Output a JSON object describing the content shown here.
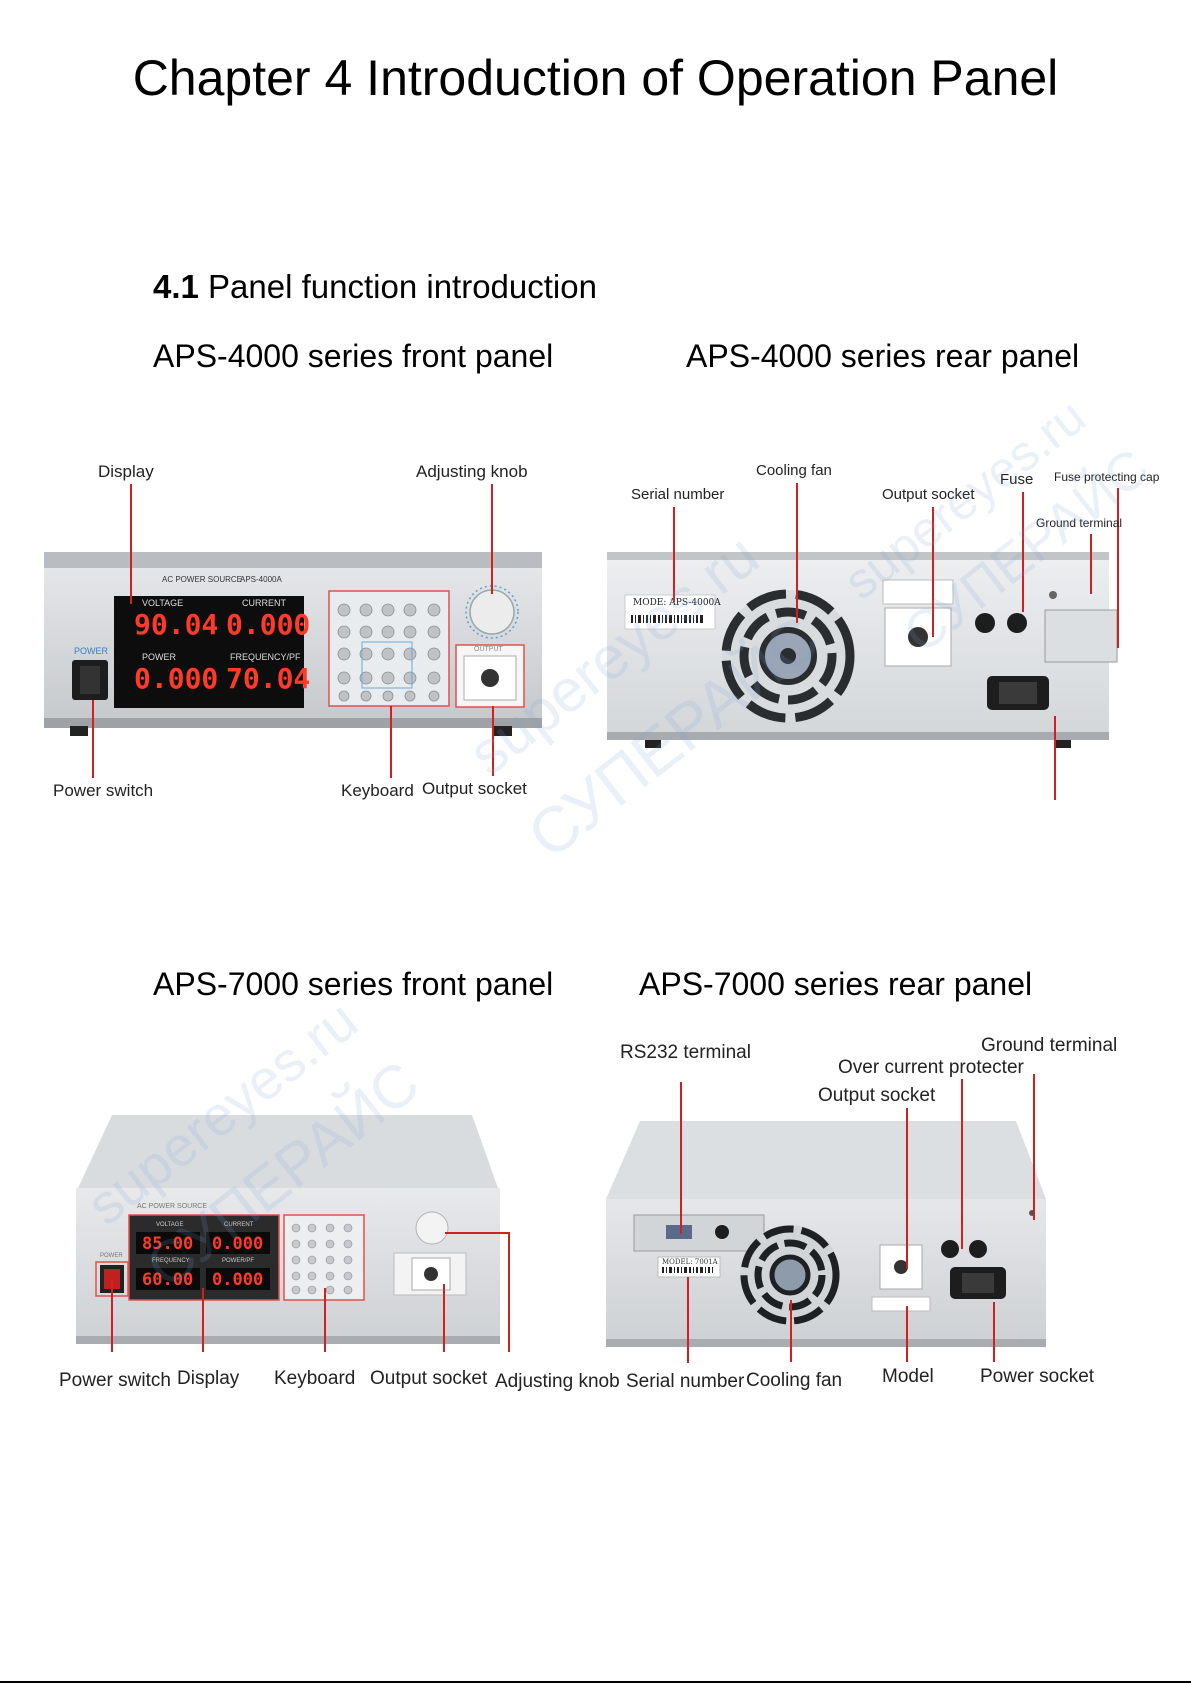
{
  "title": "Chapter 4 Introduction of Operation Panel",
  "section": {
    "number": "4.1",
    "text": "Panel function introduction"
  },
  "aps4000": {
    "front_heading": "APS-4000 series front panel",
    "rear_heading": "APS-4000 series rear panel",
    "front_labels": {
      "display": "Display",
      "adjusting_knob": "Adjusting knob",
      "power_switch": "Power switch",
      "keyboard": "Keyboard",
      "output_socket": "Output socket"
    },
    "rear_labels": {
      "serial_number": "Serial number",
      "cooling_fan": "Cooling fan",
      "output_socket": "Output socket",
      "fuse": "Fuse",
      "fuse_cap": "Fuse protecting cap",
      "ground_terminal": "Ground terminal"
    },
    "device": {
      "brand": "AC POWER SOURCE",
      "model": "APS-4000A",
      "voltage_label": "VOLTAGE",
      "voltage": "90.04",
      "current_label": "CURRENT",
      "current": "0.000",
      "power_label": "POWER",
      "power": "0.000",
      "freq_label": "FREQUENCY/PF",
      "frequency": "70.04",
      "power_btn": "POWER",
      "output_label": "OUTPUT",
      "rear_model": "MODE: APS-4000A"
    }
  },
  "aps7000": {
    "front_heading": "APS-7000 series front panel",
    "rear_heading": "APS-7000 series rear panel",
    "front_labels": {
      "power_switch": "Power switch",
      "display": "Display",
      "keyboard": "Keyboard",
      "output_socket": "Output socket",
      "adjusting_knob": "Adjusting knob"
    },
    "rear_labels": {
      "rs232": "RS232 terminal",
      "ground_terminal": "Ground terminal",
      "over_current": "Over current protecter",
      "output_socket": "Output socket",
      "serial_number": "Serial number",
      "cooling_fan": "Cooling fan",
      "model": "Model",
      "power_socket": "Power socket"
    },
    "device": {
      "brand": "AC POWER SOURCE",
      "voltage_label": "VOLTAGE",
      "voltage": "85.00",
      "current_label": "CURRENT",
      "current": "0.000",
      "freq_label": "FREQUENCY",
      "frequency": "60.00",
      "power_label": "POWER/PF",
      "power": "0.000",
      "power_btn": "POWER",
      "rear_model": "MODEL: 7001A"
    }
  },
  "watermark": {
    "line1": "supereyes.ru",
    "line2": "СУПЕРАЙС"
  },
  "colors": {
    "leader": "#d02020",
    "display_red": "#ff3a2a",
    "panel_gray": "#d7d9dc"
  }
}
